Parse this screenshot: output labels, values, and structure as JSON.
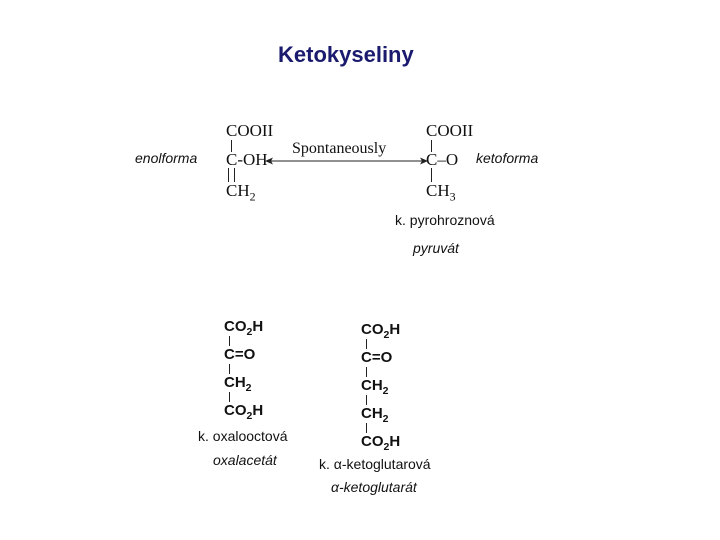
{
  "title": "Ketokyseliny",
  "equilibrium": {
    "enol_label": "enolforma",
    "keto_label": "ketoforma",
    "arrow_label": "Spontaneously",
    "enol": {
      "top": "COOII",
      "middle": "C-OH",
      "bottom": "CH",
      "bottom_sub": "2"
    },
    "keto": {
      "top": "COOII",
      "middle": "C–O",
      "bottom": "CH",
      "bottom_sub": "3"
    },
    "acid_name": "k. pyrohroznová",
    "salt_name": "pyruvát"
  },
  "oxaloacetate": {
    "rows": [
      {
        "main": "CO",
        "sub": "2",
        "tail": "H"
      },
      {
        "main": "C=O",
        "sub": "",
        "tail": ""
      },
      {
        "main": "CH",
        "sub": "2",
        "tail": ""
      },
      {
        "main": "CO",
        "sub": "2",
        "tail": "H"
      }
    ],
    "acid_name": "k. oxalooctová",
    "salt_name": "oxalacetát"
  },
  "ketoglutarate": {
    "rows": [
      {
        "main": "CO",
        "sub": "2",
        "tail": "H"
      },
      {
        "main": "C=O",
        "sub": "",
        "tail": ""
      },
      {
        "main": "CH",
        "sub": "2",
        "tail": ""
      },
      {
        "main": "CH",
        "sub": "2",
        "tail": ""
      },
      {
        "main": "CO",
        "sub": "2",
        "tail": "H"
      }
    ],
    "acid_name": "k. α-ketoglutarová",
    "salt_name": "α-ketoglutarát"
  }
}
